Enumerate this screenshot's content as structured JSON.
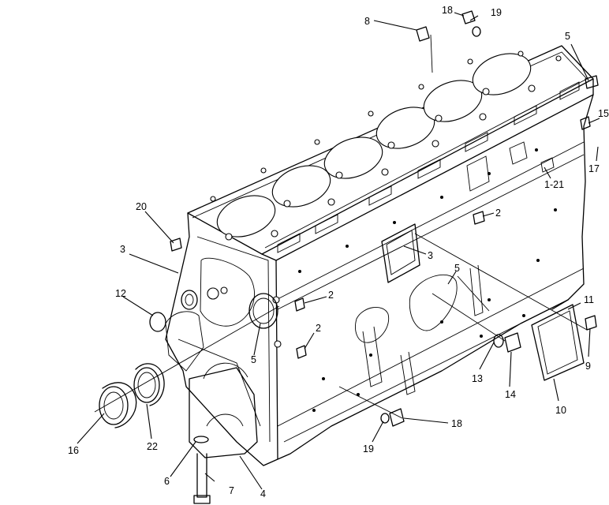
{
  "callouts": [
    {
      "id": "c8",
      "text": "8"
    },
    {
      "id": "c18t",
      "text": "18"
    },
    {
      "id": "c19t",
      "text": "19"
    },
    {
      "id": "c5t",
      "text": "5"
    },
    {
      "id": "c15",
      "text": "15"
    },
    {
      "id": "c17",
      "text": "17"
    },
    {
      "id": "c1_21",
      "text": "1-21"
    },
    {
      "id": "c2a",
      "text": "2"
    },
    {
      "id": "c20",
      "text": "20"
    },
    {
      "id": "c3a",
      "text": "3"
    },
    {
      "id": "c3b",
      "text": "3"
    },
    {
      "id": "c5m",
      "text": "5"
    },
    {
      "id": "c12",
      "text": "12"
    },
    {
      "id": "c2b",
      "text": "2"
    },
    {
      "id": "c2c",
      "text": "2"
    },
    {
      "id": "c11",
      "text": "11"
    },
    {
      "id": "c9",
      "text": "9"
    },
    {
      "id": "c13",
      "text": "13"
    },
    {
      "id": "c14",
      "text": "14"
    },
    {
      "id": "c10",
      "text": "10"
    },
    {
      "id": "c18b",
      "text": "18"
    },
    {
      "id": "c19b",
      "text": "19"
    },
    {
      "id": "c16",
      "text": "16"
    },
    {
      "id": "c22",
      "text": "22"
    },
    {
      "id": "c6",
      "text": "6"
    },
    {
      "id": "c7",
      "text": "7"
    },
    {
      "id": "c4",
      "text": "4"
    },
    {
      "id": "c5b",
      "text": "5"
    }
  ]
}
